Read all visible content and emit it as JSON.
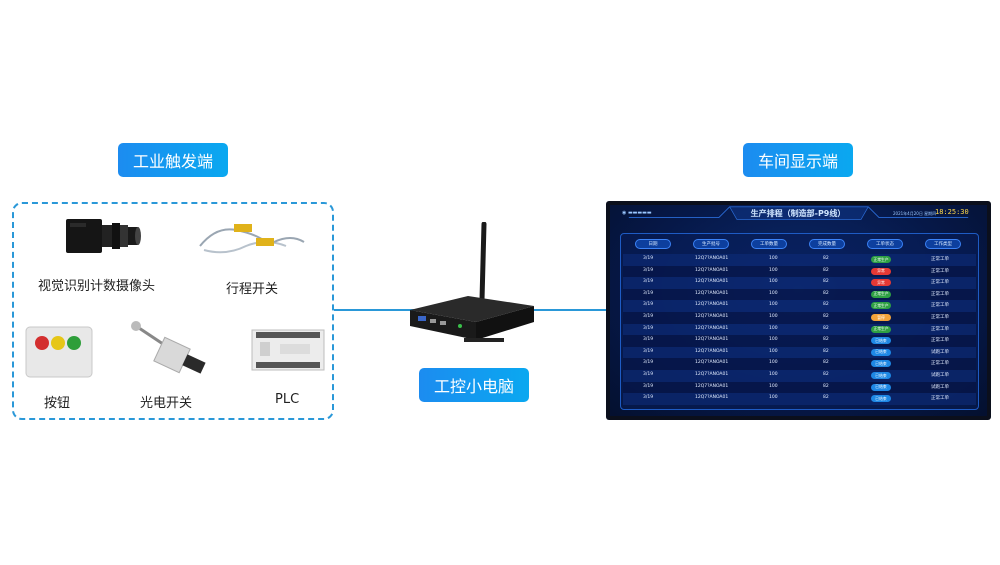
{
  "labels": {
    "trigger": "工业触发端",
    "display": "车间显示端",
    "pc": "工控小电脑"
  },
  "devices": {
    "camera": "视觉识别计数摄像头",
    "travel_switch": "行程开关",
    "button": "按钮",
    "photo_switch": "光电开关",
    "plc": "PLC"
  },
  "screen": {
    "title": "生产排程（制造部-P9线）",
    "date": "2021年4月20日 星期四",
    "time": "18:25:30",
    "headers": [
      "日期",
      "生产批号",
      "工单数量",
      "完成数量",
      "工单状态",
      "工作类型"
    ],
    "rows": [
      {
        "date": "3/19",
        "batch": "12Q7?ANOA01",
        "qty": "100",
        "done": "82",
        "status": "正常生产",
        "status_color": "#2ea043",
        "type": "正常工单"
      },
      {
        "date": "3/19",
        "batch": "12Q7?ANOA01",
        "qty": "100",
        "done": "82",
        "status": "异常",
        "status_color": "#e53935",
        "type": "正常工单"
      },
      {
        "date": "3/19",
        "batch": "12Q7?ANOA01",
        "qty": "100",
        "done": "82",
        "status": "异常",
        "status_color": "#e53935",
        "type": "正常工单"
      },
      {
        "date": "3/19",
        "batch": "12Q7?ANOA01",
        "qty": "100",
        "done": "82",
        "status": "正常生产",
        "status_color": "#2ea043",
        "type": "正常工单"
      },
      {
        "date": "3/19",
        "batch": "12Q7?ANOA01",
        "qty": "100",
        "done": "82",
        "status": "正常生产",
        "status_color": "#2ea043",
        "type": "正常工单"
      },
      {
        "date": "3/19",
        "batch": "12Q7?ANOA01",
        "qty": "100",
        "done": "82",
        "status": "暂停",
        "status_color": "#f2a33a",
        "type": "正常工单"
      },
      {
        "date": "3/19",
        "batch": "12Q7?ANOA01",
        "qty": "100",
        "done": "82",
        "status": "正常生产",
        "status_color": "#2ea043",
        "type": "正常工单"
      },
      {
        "date": "3/19",
        "batch": "12Q7?ANOA01",
        "qty": "100",
        "done": "82",
        "status": "已结束",
        "status_color": "#1e88e5",
        "type": "正常工单"
      },
      {
        "date": "3/19",
        "batch": "12Q7?ANOA01",
        "qty": "100",
        "done": "82",
        "status": "已结束",
        "status_color": "#1e88e5",
        "type": "试跑工单"
      },
      {
        "date": "3/19",
        "batch": "12Q7?ANOA01",
        "qty": "100",
        "done": "82",
        "status": "已结束",
        "status_color": "#1e88e5",
        "type": "正常工单"
      },
      {
        "date": "3/19",
        "batch": "12Q7?ANOA01",
        "qty": "100",
        "done": "82",
        "status": "已结束",
        "status_color": "#1e88e5",
        "type": "试跑工单"
      },
      {
        "date": "3/19",
        "batch": "12Q7?ANOA01",
        "qty": "100",
        "done": "82",
        "status": "已结束",
        "status_color": "#1e88e5",
        "type": "试跑工单"
      },
      {
        "date": "3/19",
        "batch": "12Q7?ANOA01",
        "qty": "100",
        "done": "82",
        "status": "已结束",
        "status_color": "#1e88e5",
        "type": "正常工单"
      }
    ]
  }
}
